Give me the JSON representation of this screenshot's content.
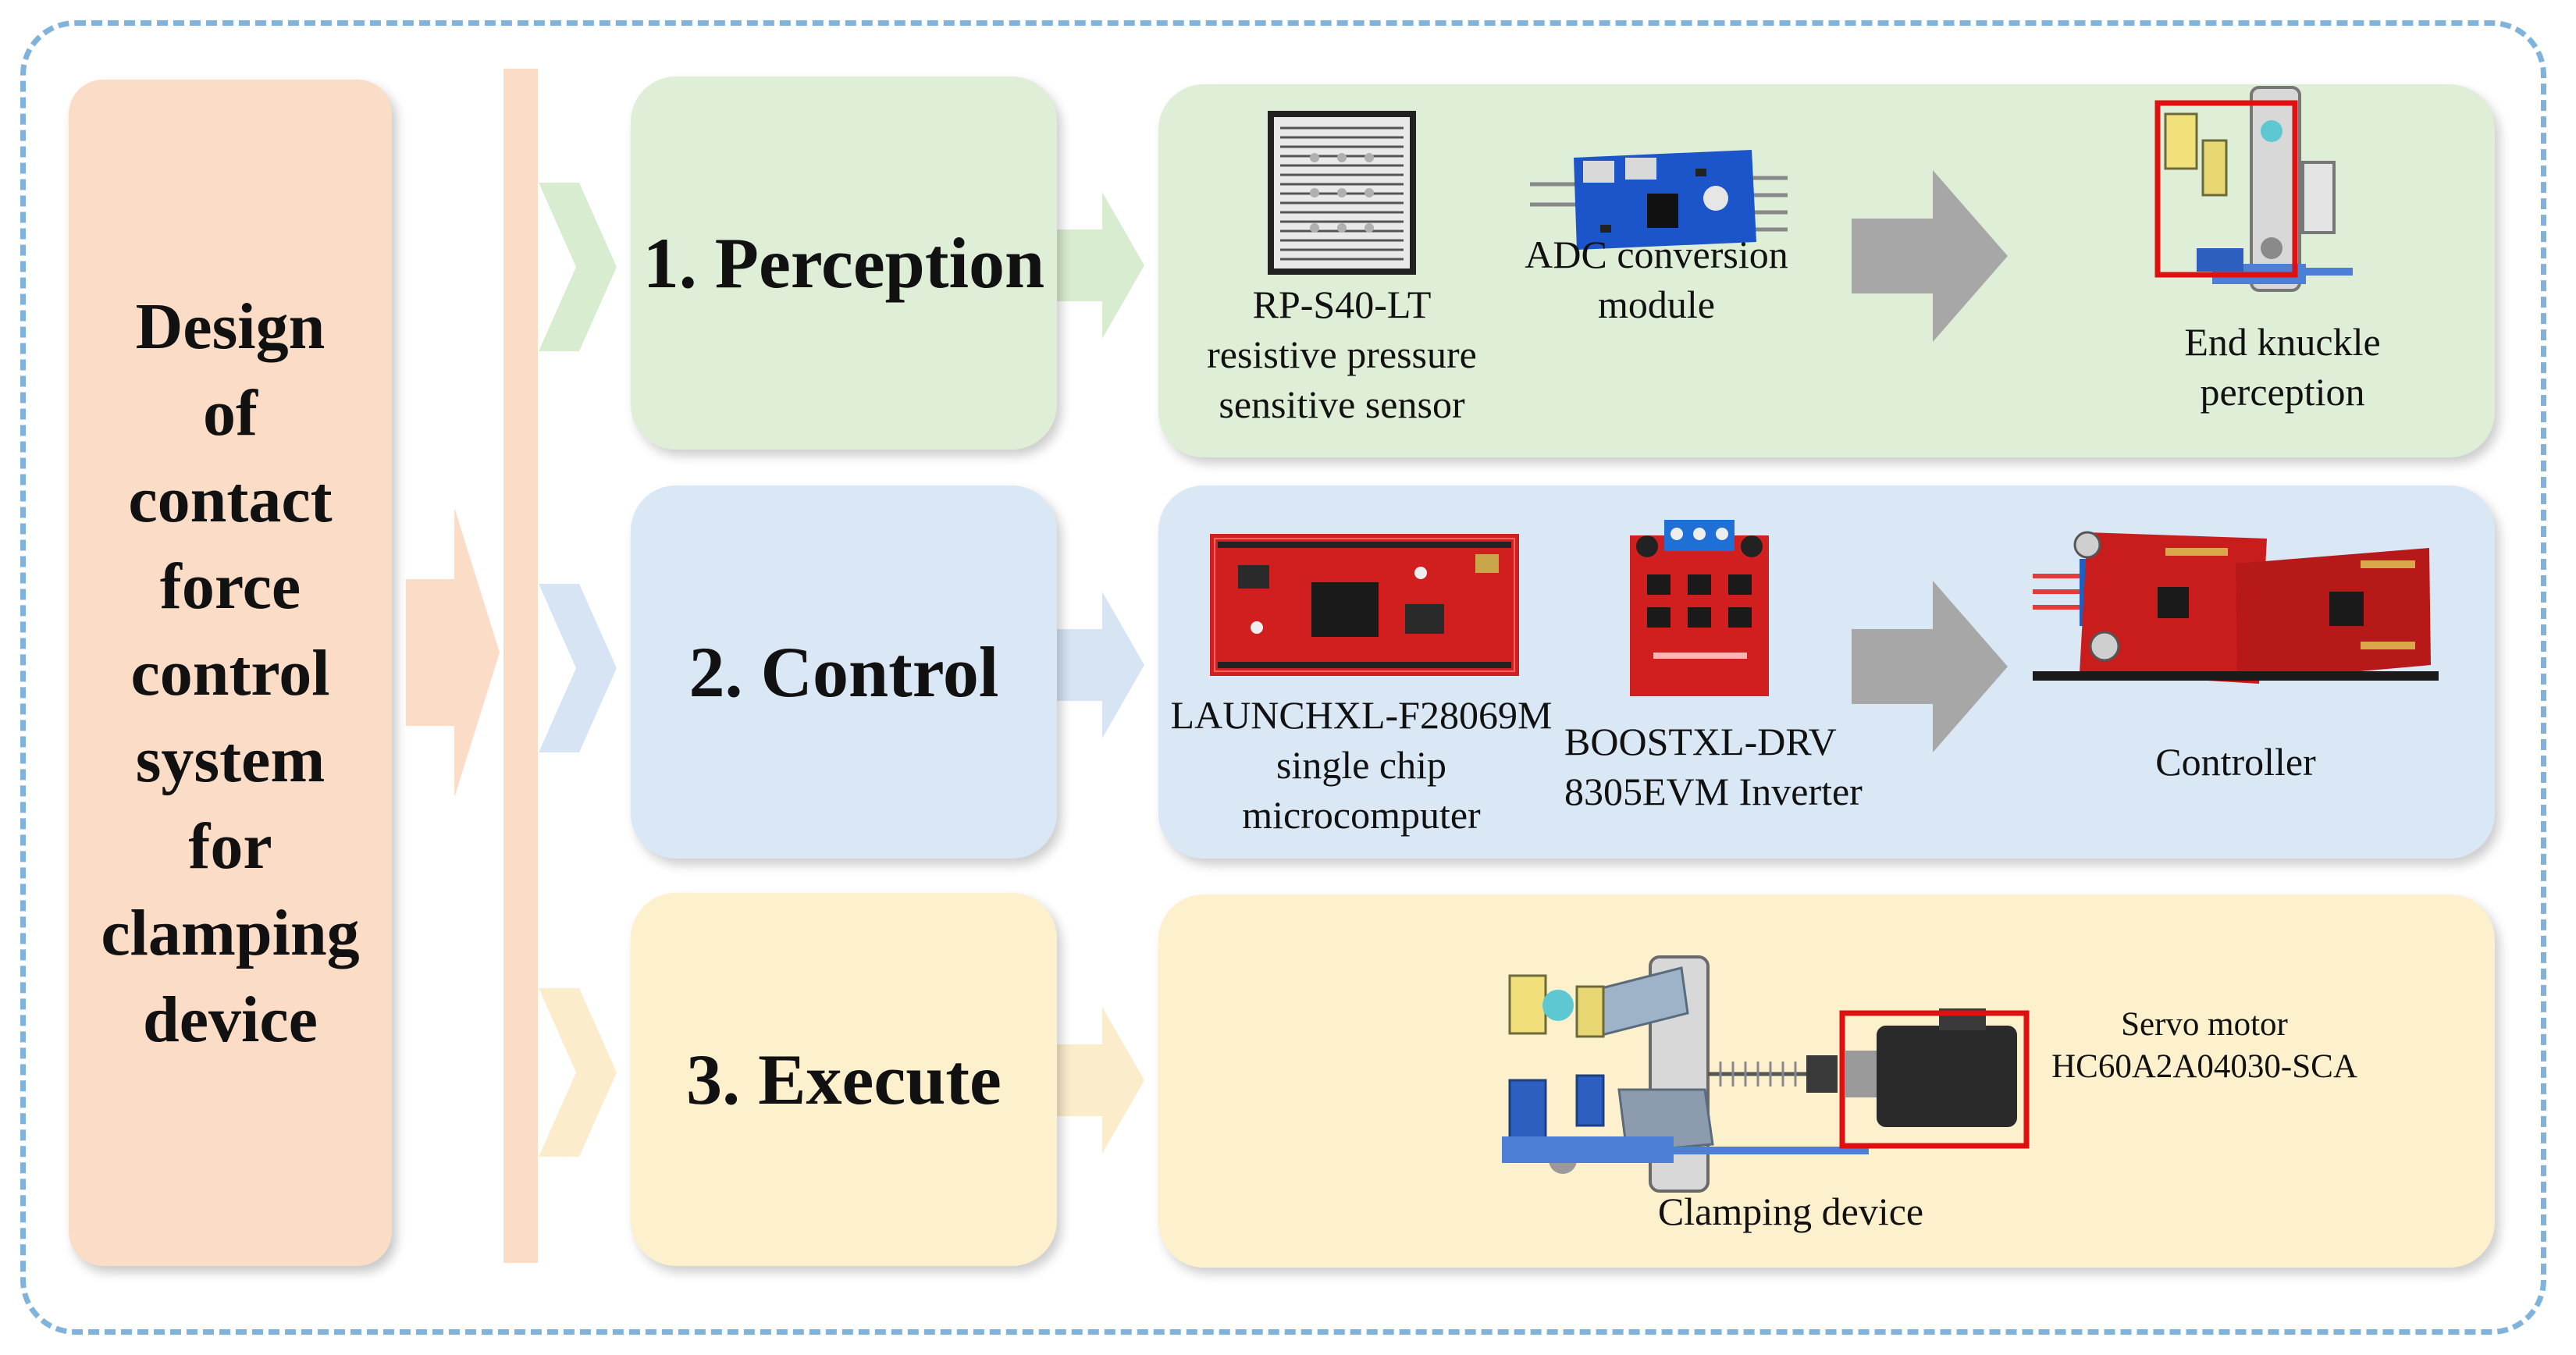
{
  "design_box": {
    "lines": [
      "Design",
      "of",
      "contact",
      "force",
      "control",
      "system",
      "for",
      "clamping",
      "device"
    ]
  },
  "stages": [
    {
      "label": "1. Perception"
    },
    {
      "label": "2. Control"
    },
    {
      "label": "3. Execute"
    }
  ],
  "perception": {
    "sensor_caption": [
      "RP-S40-LT",
      "resistive pressure",
      "sensitive sensor"
    ],
    "adc_caption": [
      "ADC conversion",
      "module"
    ],
    "result_caption": [
      "End knuckle",
      "perception"
    ]
  },
  "control": {
    "mcu_caption": [
      "LAUNCHXL-F28069M",
      "single chip",
      "microcomputer"
    ],
    "inverter_caption": [
      "BOOSTXL-DRV",
      "8305EVM Inverter"
    ],
    "result_caption": [
      "Controller"
    ]
  },
  "execute": {
    "device_caption": "Clamping device",
    "motor_caption": [
      "Servo motor",
      "HC60A2A04030-SCA"
    ]
  },
  "colors": {
    "frame_dash": "#7fb3dc",
    "design_orange": "#fbdcc7",
    "perception_green": "#dfeed7",
    "control_blue": "#dae7f5",
    "execute_yellow": "#fdf0cd",
    "big_arrow_gray": "#a7a7a7",
    "highlight_red": "#e01010"
  }
}
